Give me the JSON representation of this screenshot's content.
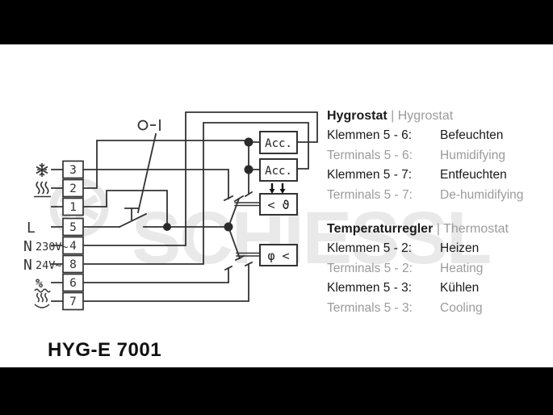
{
  "product": {
    "model": "HYG-E 7001"
  },
  "watermark": {
    "text": "SCHIESSL",
    "logo": "fan-logo",
    "color": "#e9e9e9"
  },
  "diagram": {
    "power_switch_symbol": "O-I",
    "boxes": {
      "acc1": "Acc.",
      "acc2": "Acc.",
      "theta": "< ϑ",
      "phi": "φ <"
    },
    "line_color": "#333333"
  },
  "terminals": [
    {
      "number": "3",
      "icon": "snowflake-icon"
    },
    {
      "number": "2",
      "icon": "heating-icon"
    },
    {
      "number": "1",
      "icon": ""
    },
    {
      "number": "5",
      "label": "L"
    },
    {
      "number": "4",
      "label": "N",
      "voltage": "230V~"
    },
    {
      "number": "8",
      "label": "N",
      "voltage": "24V~"
    },
    {
      "number": "6",
      "icon": "humidity-icon"
    },
    {
      "number": "7",
      "icon": "steam-icon"
    }
  ],
  "legend": {
    "hygrostat": {
      "title_de": "Hygrostat",
      "separator": " | ",
      "title_en": "Hygrostat",
      "rows": [
        {
          "label": "Klemmen 5 - 6:",
          "value": "Befeuchten"
        },
        {
          "label": "Terminals 5 - 6:",
          "value": "Humidifying"
        },
        {
          "label": "Klemmen 5 - 7:",
          "value": "Entfeuchten"
        },
        {
          "label": "Terminals 5 - 7:",
          "value": "De-humidifying"
        }
      ]
    },
    "thermostat": {
      "title_de": "Temperaturregler",
      "separator": " | ",
      "title_en": "Thermostat",
      "rows": [
        {
          "label": "Klemmen 5 - 2:",
          "value": "Heizen"
        },
        {
          "label": "Terminals 5 - 2:",
          "value": "Heating"
        },
        {
          "label": "Klemmen 5 - 3:",
          "value": "Kühlen"
        },
        {
          "label": "Terminals 5 - 3:",
          "value": "Cooling"
        }
      ]
    }
  }
}
